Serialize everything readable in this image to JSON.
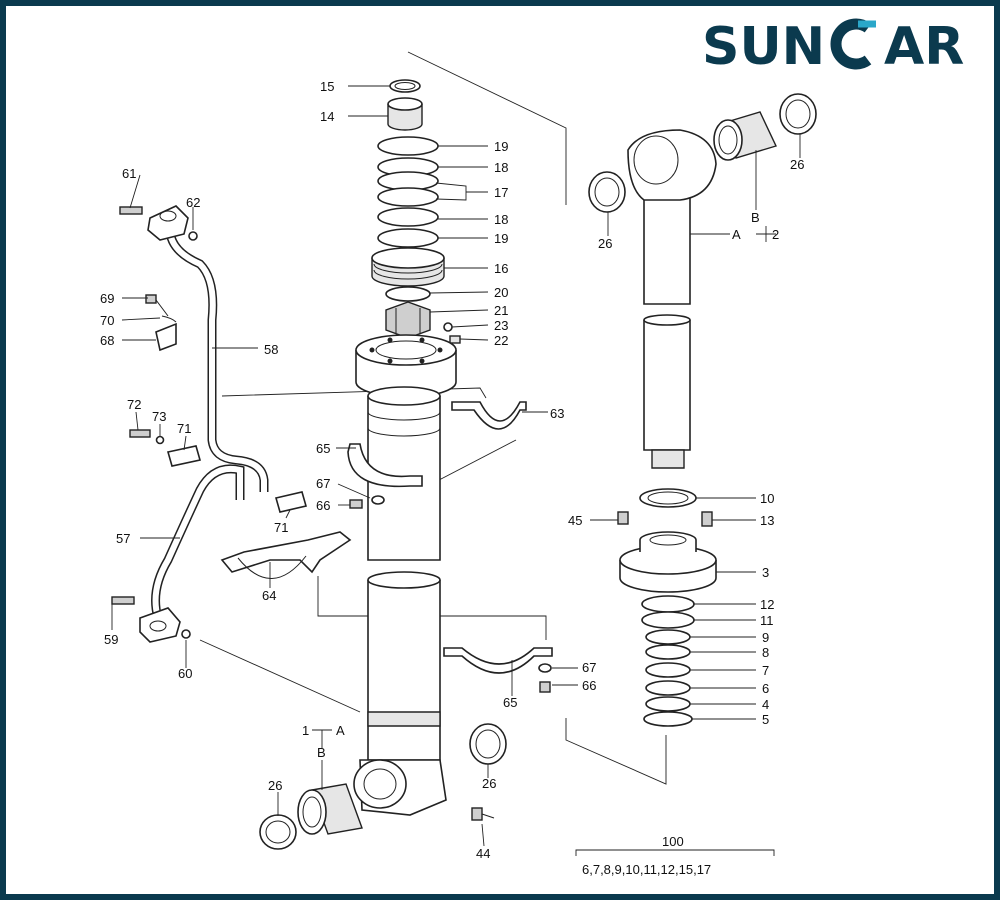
{
  "brand": {
    "name_left": "SUN",
    "name_right": "AR",
    "color_dark": "#0b3a4e",
    "color_accent": "#2aa7c9"
  },
  "labels": {
    "p15": "15",
    "p14": "14",
    "p19a": "19",
    "p18a": "18",
    "p17": "17",
    "p18b": "18",
    "p19b": "19",
    "p16": "16",
    "p20": "20",
    "p21": "21",
    "p23": "23",
    "p22": "22",
    "p58": "58",
    "p63": "63",
    "p61": "61",
    "p62": "62",
    "p69": "69",
    "p70": "70",
    "p68": "68",
    "p72": "72",
    "p73": "73",
    "p71a": "71",
    "p71b": "71",
    "p65a": "65",
    "p67a": "67",
    "p66a": "66",
    "p57": "57",
    "p64": "64",
    "p59": "59",
    "p60": "60",
    "p67b": "67",
    "p66b": "66",
    "p65b": "65",
    "p1": "1",
    "pA1": "A",
    "pB1": "B",
    "p26a": "26",
    "p26b": "26",
    "p44": "44",
    "p26c": "26",
    "p26d": "26",
    "pB2": "B",
    "pA2": "A",
    "p2": "2",
    "p10": "10",
    "p45": "45",
    "p13": "13",
    "p3": "3",
    "p12": "12",
    "p11": "11",
    "p9": "9",
    "p8": "8",
    "p7": "7",
    "p6": "6",
    "p4": "4",
    "p5": "5"
  },
  "kit": {
    "number": "100",
    "contents": "6,7,8,9,10,11,12,15,17"
  }
}
